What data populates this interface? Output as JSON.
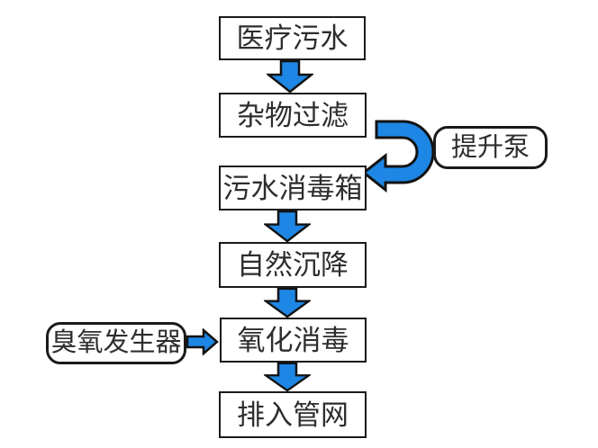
{
  "flowchart": {
    "colors": {
      "arrow_fill": "#1e86e4",
      "arrow_stroke": "#121212",
      "box_border": "#1a1a1a",
      "box_fill": "#ffffff",
      "text": "#2d2d2d",
      "background": "#ffffff"
    },
    "nodes": {
      "medical_sewage": "医疗污水",
      "debris_filtration": "杂物过滤",
      "lift_pump": "提升泵",
      "sewage_disinfection_tank": "污水消毒箱",
      "natural_sedimentation": "自然沉降",
      "ozone_generator": "臭氧发生器",
      "oxidation_disinfection": "氧化消毒",
      "discharge_to_pipe_network": "排入管网"
    },
    "edges": [
      {
        "from": "医疗污水",
        "to": "杂物过滤",
        "type": "down-arrow"
      },
      {
        "from": "杂物过滤",
        "to": "污水消毒箱",
        "type": "u-turn-arrow",
        "via": "提升泵"
      },
      {
        "from": "污水消毒箱",
        "to": "自然沉降",
        "type": "down-arrow"
      },
      {
        "from": "自然沉降",
        "to": "氧化消毒",
        "type": "down-arrow"
      },
      {
        "from": "臭氧发生器",
        "to": "氧化消毒",
        "type": "right-arrow"
      },
      {
        "from": "氧化消毒",
        "to": "排入管网",
        "type": "down-arrow"
      }
    ]
  }
}
